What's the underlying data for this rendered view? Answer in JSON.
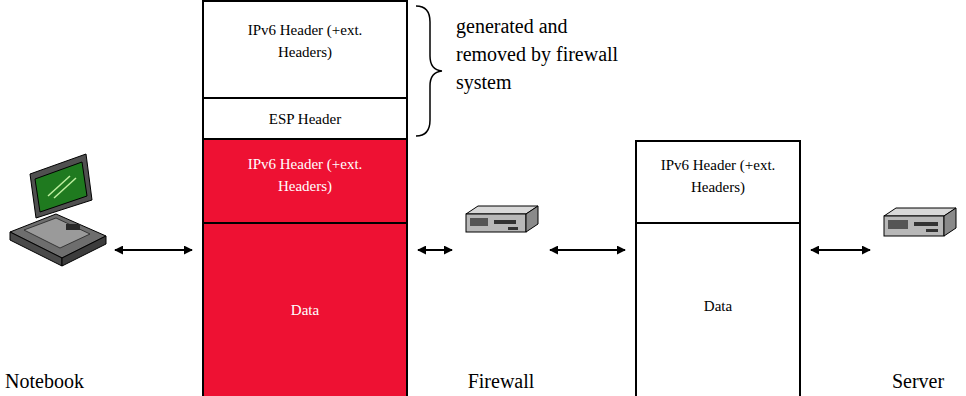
{
  "diagram": {
    "nodes": [
      {
        "text": [
          "Notebook"
        ]
      },
      {
        "text": [
          "IPv6 Header (+ext. Headers)"
        ]
      },
      {
        "text": [
          "ESP Header"
        ]
      },
      {
        "text": [
          "IPv6 Header (+ext. Headers)"
        ]
      },
      {
        "text": [
          "Data"
        ]
      },
      {
        "text": [
          "Firewall"
        ]
      },
      {
        "text": [
          "IPv6 Header (+ext. Headers)"
        ]
      },
      {
        "text": [
          "Data"
        ]
      },
      {
        "text": [
          "Server"
        ]
      }
    ],
    "edges": [
      {
        "from": 0,
        "to": 4,
        "arrow": "both"
      },
      {
        "from": 4,
        "to": 5,
        "arrow": "both"
      },
      {
        "from": 5,
        "to": 7,
        "arrow": "both"
      },
      {
        "from": 7,
        "to": 8,
        "arrow": "both"
      }
    ],
    "labels": [
      "generated and removed by firewall system"
    ]
  }
}
